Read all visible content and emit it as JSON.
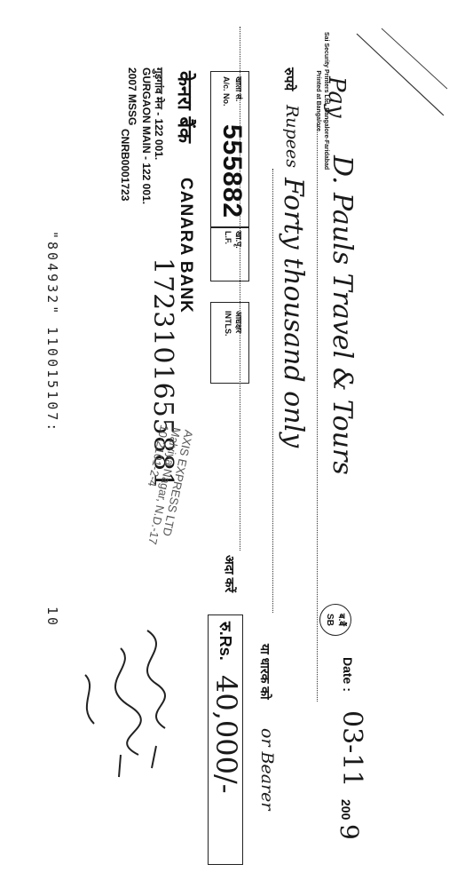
{
  "printer": {
    "line1": "Sai Security Printers Ltd, Bangalore-Faridabad",
    "line2": "Printed at Bangalore"
  },
  "pay": {
    "label": "Pay",
    "payee": "D. Pauls Travel & Tours"
  },
  "rupees": {
    "label_hi": "रुपये",
    "label_en": "Rupees",
    "words": "Forty thousand only"
  },
  "bearer": {
    "label_hi": "या धारक को",
    "label_en": "or Bearer"
  },
  "ada_karen": "अदा करें",
  "date": {
    "label": "Date :",
    "value": "03-11",
    "year_prefix": "200",
    "year_suffix": "9"
  },
  "amount": {
    "label": "रु.Rs.",
    "value": "40,000/-"
  },
  "sb_badge": {
    "top": "ब.बैं",
    "bottom": "SB"
  },
  "account": {
    "label_hi": "खाता सं.",
    "label_en": "A/c. No.",
    "number": "555882"
  },
  "lf_box": {
    "label_hi": "खा.पृ.",
    "label_en": "L.F."
  },
  "intls_box": {
    "label_hi": "आद्यक्षर",
    "label_en": "INTLS."
  },
  "bank": {
    "name_hi": "केनरा बैंक",
    "name_en": "CANARA BANK"
  },
  "branch": {
    "line_hi": "गुड़गांव मेन - 122 001.",
    "line_en": "GURGAON MAIN - 122 001.",
    "code": "2007 MSSG",
    "ifsc": "CNRB0001723"
  },
  "handwritten_account": "1723101655881",
  "stamp": {
    "line1": "AXIS EXPRESS LTD",
    "line2": "Malviya Nagar, N.D.-17",
    "line3": "10-2101-2-4"
  },
  "micr": {
    "part1": "\"804932\"",
    "part2": "110015107:"
  },
  "micr_tail": "10"
}
